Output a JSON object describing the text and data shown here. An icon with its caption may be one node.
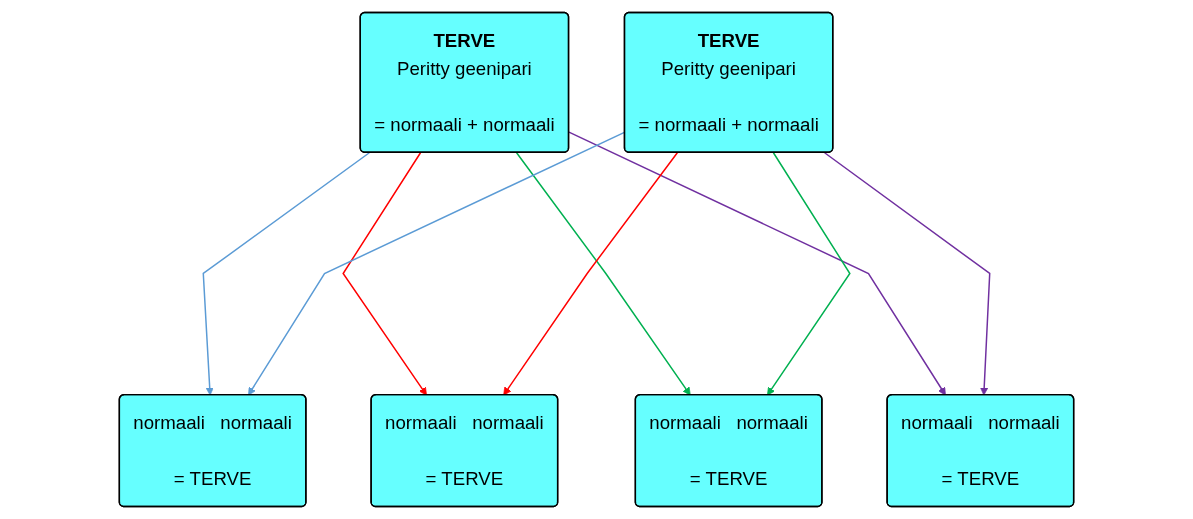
{
  "diagram": {
    "nodes": [
      {
        "text": [
          "TERVE",
          "Peritty geenipari",
          "= normaali + normaali"
        ]
      },
      {
        "text": [
          "TERVE",
          "Peritty geenipari",
          "= normaali + normaali"
        ]
      },
      {
        "text": [
          "normaali",
          "normaali",
          "= TERVE"
        ]
      },
      {
        "text": [
          "normaali",
          "normaali",
          "= TERVE"
        ]
      },
      {
        "text": [
          "normaali",
          "normaali",
          "= TERVE"
        ]
      },
      {
        "text": [
          "normaali",
          "normaali",
          "= TERVE"
        ]
      }
    ],
    "edges": [
      {
        "from": 0,
        "to": 2,
        "arrow": "to",
        "color": "#5b9bd5"
      },
      {
        "from": 0,
        "to": 3,
        "arrow": "to",
        "color": "#ff0000"
      },
      {
        "from": 0,
        "to": 4,
        "arrow": "to",
        "color": "#00b050"
      },
      {
        "from": 0,
        "to": 5,
        "arrow": "to",
        "color": "#7030a0"
      },
      {
        "from": 1,
        "to": 2,
        "arrow": "to",
        "color": "#5b9bd5"
      },
      {
        "from": 1,
        "to": 3,
        "arrow": "to",
        "color": "#ff0000"
      },
      {
        "from": 1,
        "to": 4,
        "arrow": "to",
        "color": "#00b050"
      },
      {
        "from": 1,
        "to": 5,
        "arrow": "to",
        "color": "#7030a0"
      }
    ]
  }
}
